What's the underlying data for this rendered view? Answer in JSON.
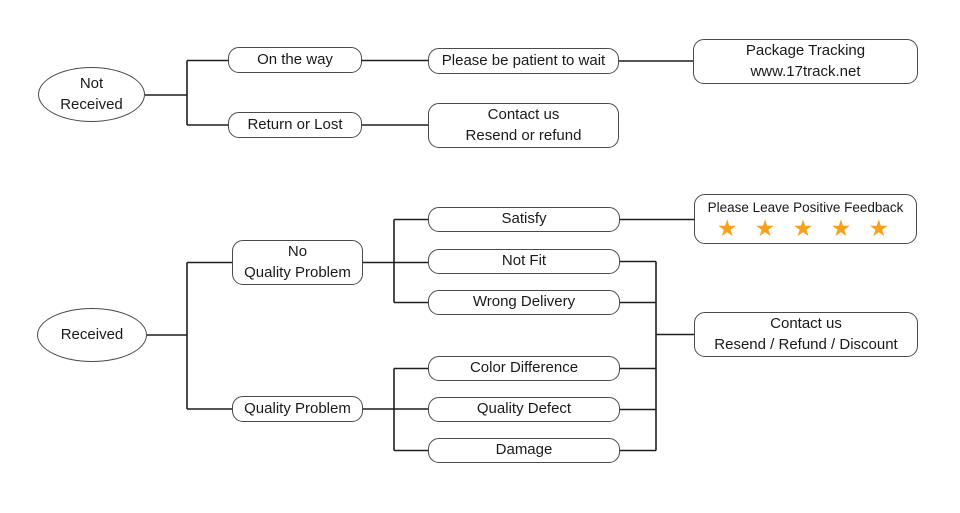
{
  "colors": {
    "background": "#ffffff",
    "line": "#1f1f1f",
    "box_border": "#4a4a4a",
    "text": "#1a1a1a",
    "star": "#f5a11d"
  },
  "nodes": {
    "not_received": {
      "label": "Not\nReceived"
    },
    "on_the_way": {
      "label": "On the way"
    },
    "please_be_patient": {
      "label": "Please be patient to wait"
    },
    "package_tracking": {
      "label": "Package Tracking\nwww.17track.net"
    },
    "return_or_lost": {
      "label": "Return or Lost"
    },
    "contact_resend_refund": {
      "label": "Contact us\nResend or refund"
    },
    "received": {
      "label": "Received"
    },
    "no_quality_problem": {
      "label": "No\nQuality Problem"
    },
    "satisfy": {
      "label": "Satisfy"
    },
    "not_fit": {
      "label": "Not Fit"
    },
    "wrong_delivery": {
      "label": "Wrong Delivery"
    },
    "quality_problem": {
      "label": "Quality Problem"
    },
    "color_difference": {
      "label": "Color Difference"
    },
    "quality_defect": {
      "label": "Quality Defect"
    },
    "damage": {
      "label": "Damage"
    },
    "positive_feedback": {
      "label": "Please Leave Positive Feedback",
      "stars": "★ ★ ★ ★ ★",
      "star_count": 5
    },
    "contact_resend_refund_discount": {
      "label": "Contact us\nResend / Refund / Discount"
    }
  }
}
